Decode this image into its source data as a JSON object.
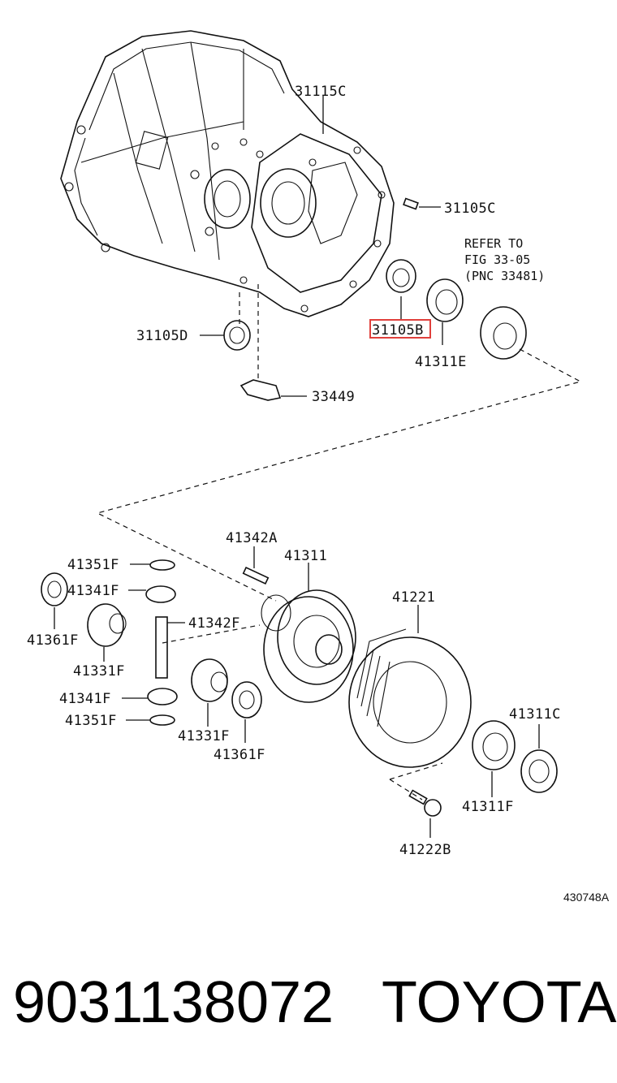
{
  "diagram": {
    "labels": {
      "l31115C": "31115C",
      "l31105C": "31105C",
      "l31105D": "31105D",
      "l31105B": "31105B",
      "l41311E": "41311E",
      "l33449": "33449",
      "l41342A": "41342A",
      "l41311": "41311",
      "l41221": "41221",
      "l41351F_top": "41351F",
      "l41341F_top": "41341F",
      "l41342F": "41342F",
      "l41361F_left": "41361F",
      "l41331F_top": "41331F",
      "l41341F_bottom": "41341F",
      "l41351F_bottom": "41351F",
      "l41331F_bottom": "41331F",
      "l41361F_right": "41361F",
      "l41311C": "41311C",
      "l41311F": "41311F",
      "l41222B": "41222B"
    },
    "refer": {
      "line1": "REFER TO",
      "line2": "FIG 33-05",
      "line3": "(PNC 33481)"
    },
    "highlighted_label": "31105B",
    "highlight_color": "#e0403c",
    "figure_code": "430748A"
  },
  "footer": {
    "part_number": "9031138072",
    "brand": "TOYOTA"
  }
}
